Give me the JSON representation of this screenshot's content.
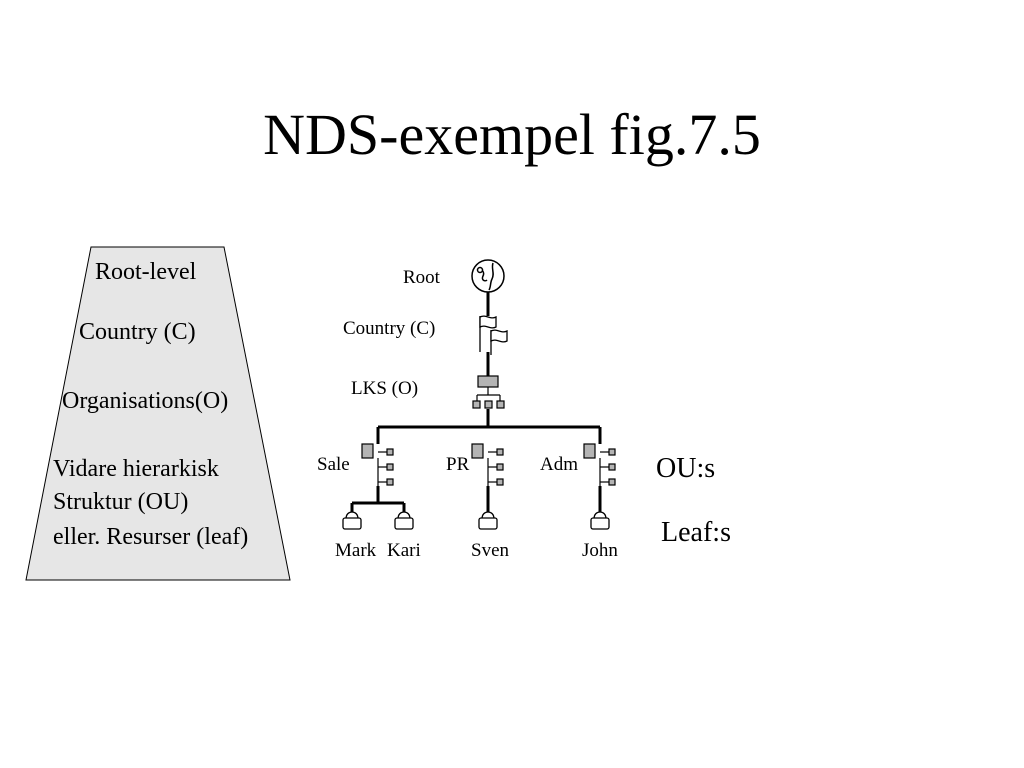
{
  "title": "NDS-exempel fig.7.5",
  "levels": {
    "root": "Root-level",
    "country": "Country (C)",
    "organisations": "Organisations(O)",
    "line1": "Vidare hierarkisk",
    "line2": "Struktur (OU)",
    "line3": "eller. Resurser (leaf)"
  },
  "tree": {
    "root": "Root",
    "country": "Country (C)",
    "org": "LKS (O)",
    "ous": [
      "Sale",
      "PR",
      "Adm"
    ],
    "leaves": [
      "Mark",
      "Kari",
      "Sven",
      "John"
    ]
  },
  "annotations": {
    "ou": "OU:s",
    "leaf": "Leaf:s"
  },
  "colors": {
    "panel_fill": "#e6e6e6",
    "node_fill": "#b4b4b4"
  }
}
